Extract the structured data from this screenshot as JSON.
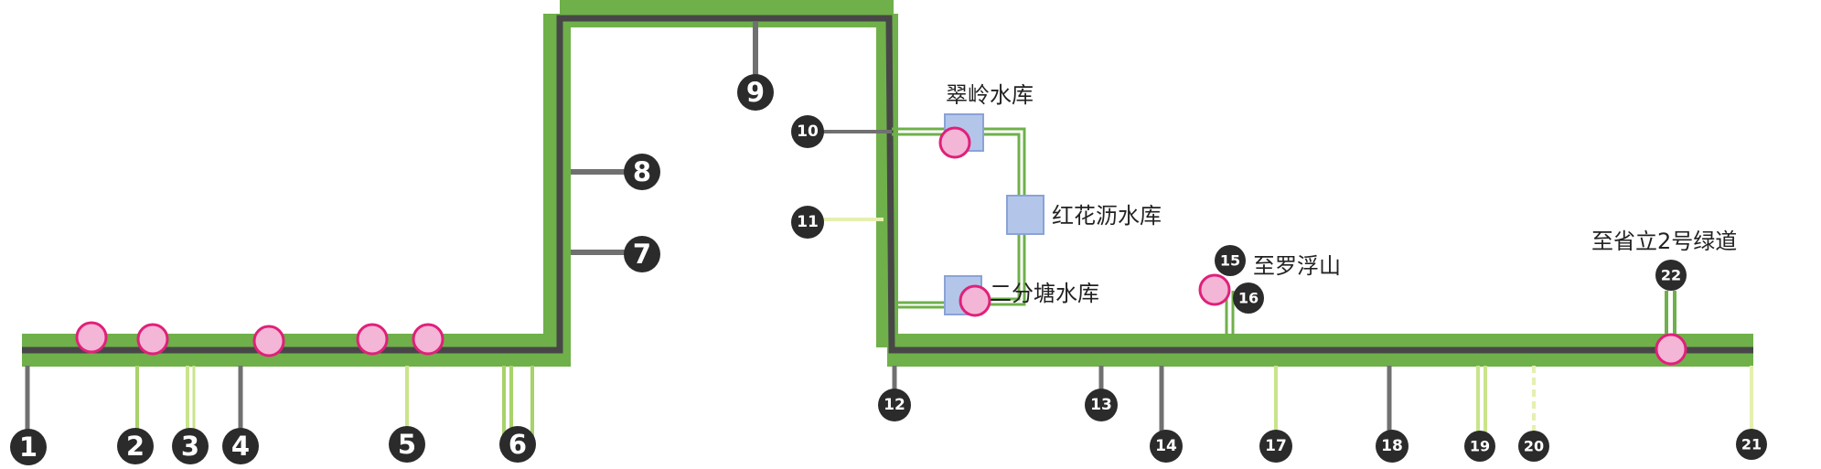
{
  "colors": {
    "greenway": "#6fb04a",
    "trail": "#474747",
    "branch_dark": "#707070",
    "branch_light": "#a8d26a",
    "branch_pale": "#e6efb0",
    "station_fill": "#f4b6d6",
    "station_stroke": "#e0207a",
    "reservoir_fill": "#b3c6ea",
    "reservoir_stroke": "#8aa3d6",
    "marker_fill": "#2b2b2b",
    "label_text": "#222222"
  },
  "labels": {
    "cuiling": "翠岭水库",
    "honghuali": "红花沥水库",
    "erfentang": "二分塘水库",
    "luofushan": "至罗浮山",
    "greenway2": "至省立2号绿道"
  },
  "markers": [
    "1",
    "2",
    "3",
    "4",
    "5",
    "6",
    "7",
    "8",
    "9",
    "10",
    "11",
    "12",
    "13",
    "14",
    "15",
    "16",
    "17",
    "18",
    "19",
    "20",
    "21",
    "22"
  ]
}
